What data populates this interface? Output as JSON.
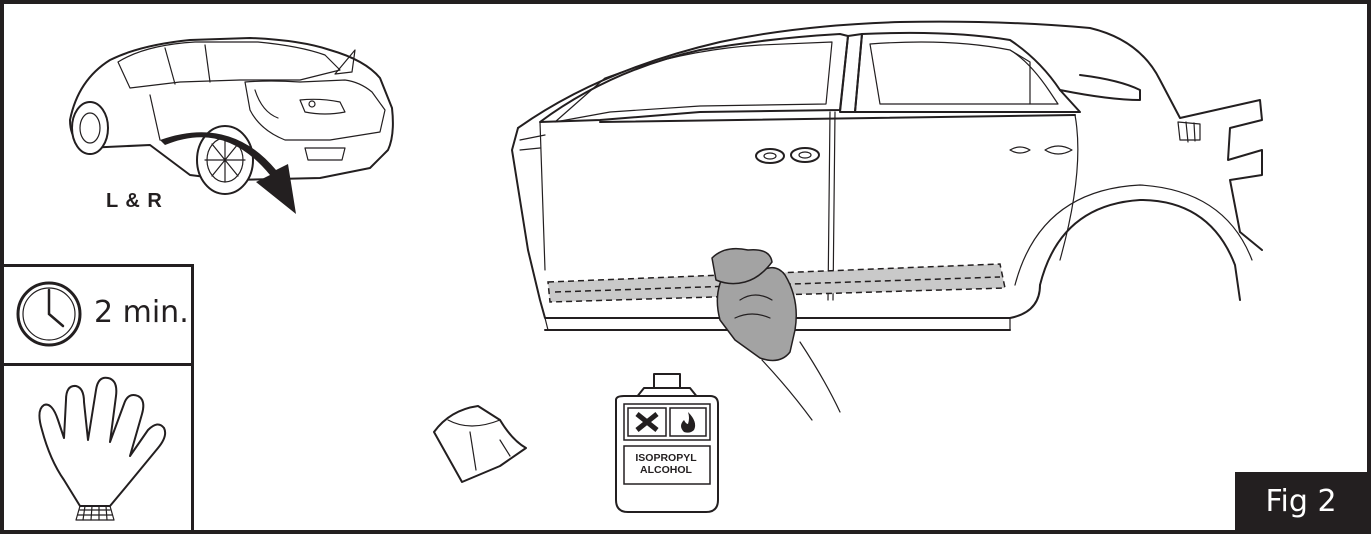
{
  "side_label": "L & R",
  "time": {
    "text": "2 min.",
    "icon": "clock-icon"
  },
  "glove": {
    "icon": "glove-icon"
  },
  "bottle": {
    "line1": "ISOPROPYL",
    "line2": "ALCOHOL",
    "icons": [
      "cross-hazard-icon",
      "flame-hazard-icon"
    ]
  },
  "figure_label": "Fig 2",
  "colors": {
    "ink": "#231f20",
    "cloth_gray": "#a3a3a3",
    "strip_gray": "#c9c9c9"
  }
}
